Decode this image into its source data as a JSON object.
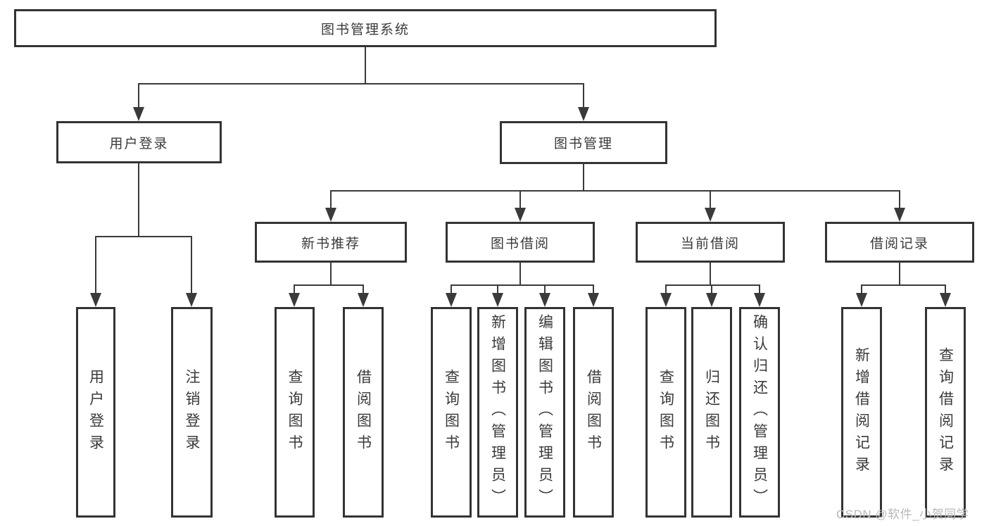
{
  "tree": {
    "label": "图书管理系统",
    "children": [
      {
        "label": "用户登录",
        "children": [
          {
            "label": "用户登录"
          },
          {
            "label": "注销登录"
          }
        ]
      },
      {
        "label": "图书管理",
        "children": [
          {
            "label": "新书推荐",
            "children": [
              {
                "label": "查询图书"
              },
              {
                "label": "借阅图书"
              }
            ]
          },
          {
            "label": "图书借阅",
            "children": [
              {
                "label": "查询图书"
              },
              {
                "label": "新增图书（管理员）"
              },
              {
                "label": "编辑图书（管理员）"
              },
              {
                "label": "借阅图书"
              }
            ]
          },
          {
            "label": "当前借阅",
            "children": [
              {
                "label": "查询图书"
              },
              {
                "label": "归还图书"
              },
              {
                "label": "确认归还（管理员）"
              }
            ]
          },
          {
            "label": "借阅记录",
            "children": [
              {
                "label": "新增借阅记录"
              },
              {
                "label": "查询借阅记录"
              }
            ]
          }
        ]
      }
    ]
  },
  "watermark": "CSDN @软件_小贺同学",
  "colors": {
    "line": "#3a3a3a",
    "box_border": "#333333",
    "text": "#3a3a3a",
    "watermark": "#b9b9b9",
    "background": "#ffffff"
  }
}
